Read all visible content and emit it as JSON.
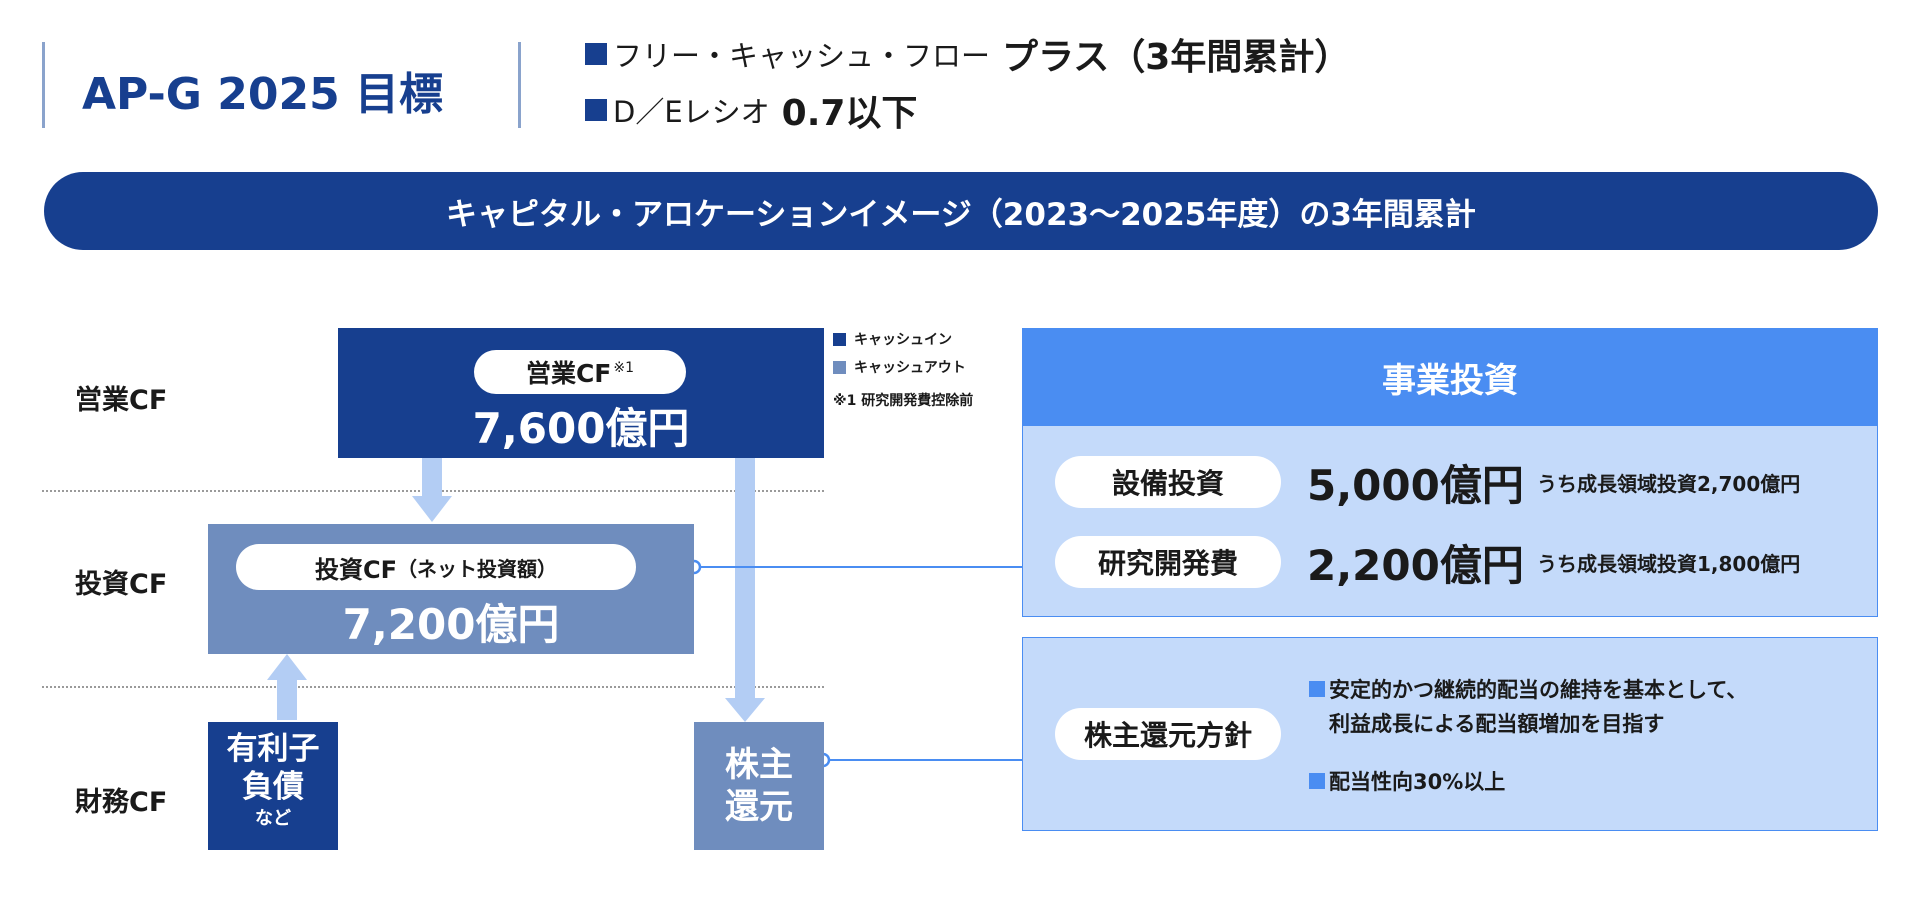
{
  "header": {
    "goal_title": "AP-G 2025 目標",
    "goals": [
      {
        "label": "フリー・キャッシュ・フロー",
        "value": "プラス（3年間累計）"
      },
      {
        "label": "D／Eレシオ",
        "value": "0.7以下"
      }
    ]
  },
  "banner": {
    "title": "キャピタル・アロケーションイメージ（2023〜2025年度）の3年間累計"
  },
  "rows": {
    "operating": "営業CF",
    "investing": "投資CF",
    "financing": "財務CF"
  },
  "legend": {
    "cash_in": "キャッシュイン",
    "cash_out": "キャッシュアウト",
    "note": "※1 研究開発費控除前"
  },
  "operating_box": {
    "pill": "営業CF",
    "superscript": "※1",
    "value": "7,600億円"
  },
  "investing_box": {
    "pill": "投資CF",
    "pill_suffix": "（ネット投資額）",
    "value": "7,200億円"
  },
  "debt_box": {
    "line1": "有利子",
    "line2": "負債",
    "line3": "など"
  },
  "shareholder_box": {
    "line1": "株主",
    "line2": "還元"
  },
  "business_investment": {
    "header": "事業投資",
    "items": [
      {
        "pill": "設備投資",
        "value": "5,000億円",
        "note": "うち成長領域投資2,700億円"
      },
      {
        "pill": "研究開発費",
        "value": "2,200億円",
        "note": "うち成長領域投資1,800億円"
      }
    ]
  },
  "shareholder_policy": {
    "pill": "株主還元方針",
    "bullets": [
      "安定的かつ継続的配当の維持を基本として、",
      "利益成長による配当額増加を目指す",
      "配当性向30%以上"
    ]
  },
  "colors": {
    "dark_navy": "#173f8f",
    "mid_blue": "#6f8dbe",
    "pale_blue": "#c4dafa",
    "bright_blue": "#4a8df2",
    "arrow_blue": "#b3cdf4"
  }
}
